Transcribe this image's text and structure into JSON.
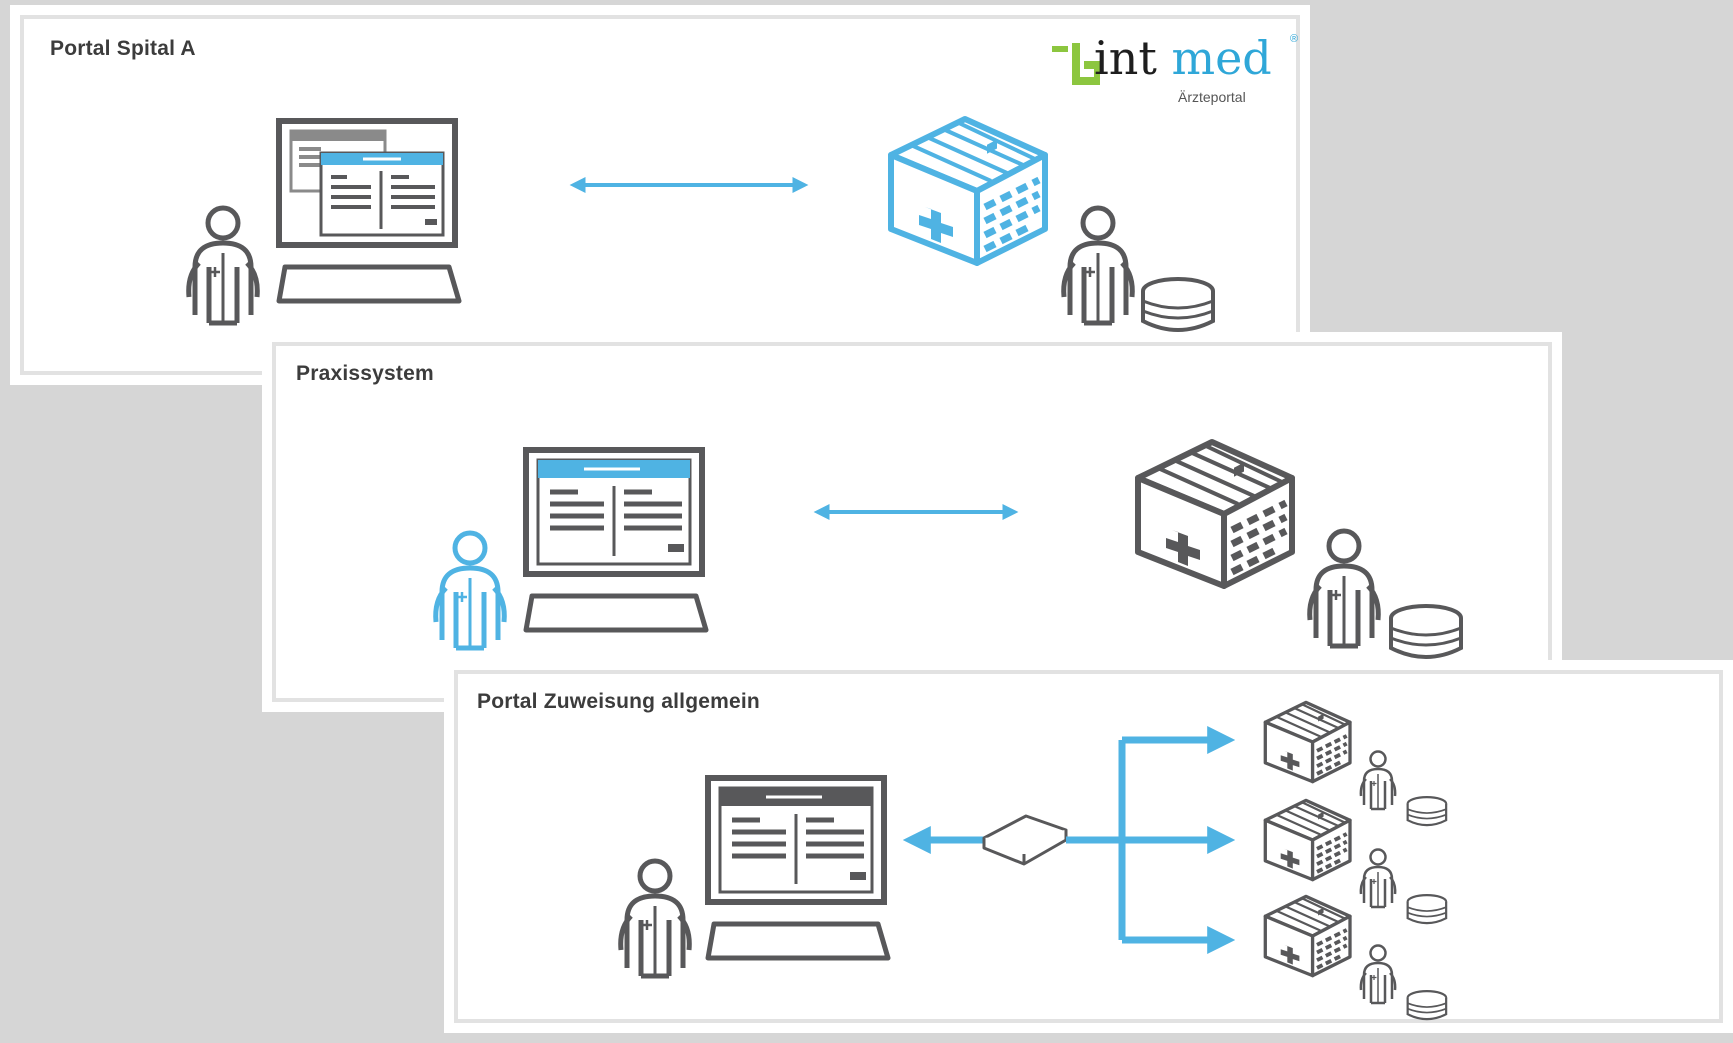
{
  "panels": [
    {
      "title": "Portal Spital A"
    },
    {
      "title": "Praxissystem"
    },
    {
      "title": "Portal Zuweisung allgemein"
    }
  ],
  "logo": {
    "word_prefix": "int",
    "word_suffix": "med",
    "registered": "®",
    "subtitle": "Ärzteportal"
  },
  "colors": {
    "accent_blue": "#4fb3e3",
    "icon_gray": "#58585a",
    "logo_green": "#8cc63f",
    "panel_border": "#e2e2e2",
    "background": "#d6d6d6"
  }
}
